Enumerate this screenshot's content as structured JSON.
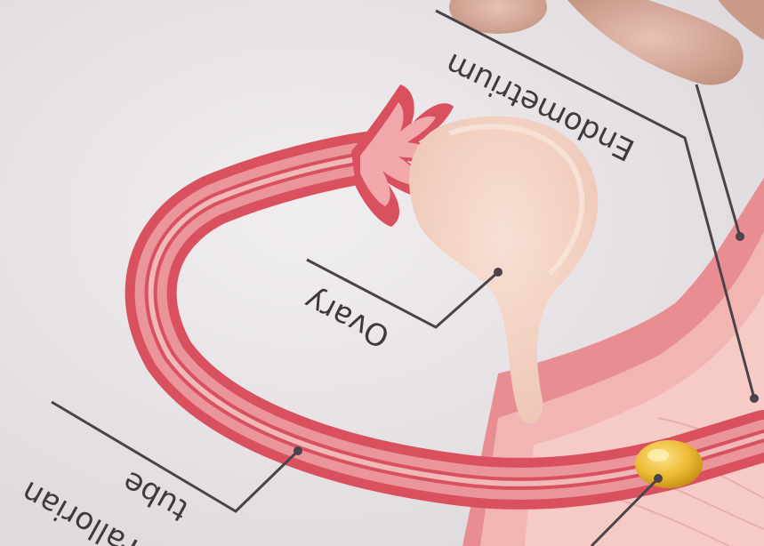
{
  "labels": {
    "endometrium": "Endometrium",
    "ovary": "Ovary",
    "tube": "tube",
    "fallopian": "Fallorian"
  },
  "colors": {
    "paper": "#e9e6e8",
    "tube_outer": "#d9515f",
    "tube_mid": "#e98f93",
    "tube_inner": "#f1b8b8",
    "ovary": "#f3d2c4",
    "leader_line": "#4b4348",
    "egg": "#eebc36",
    "finger": "#d8aa9a"
  }
}
